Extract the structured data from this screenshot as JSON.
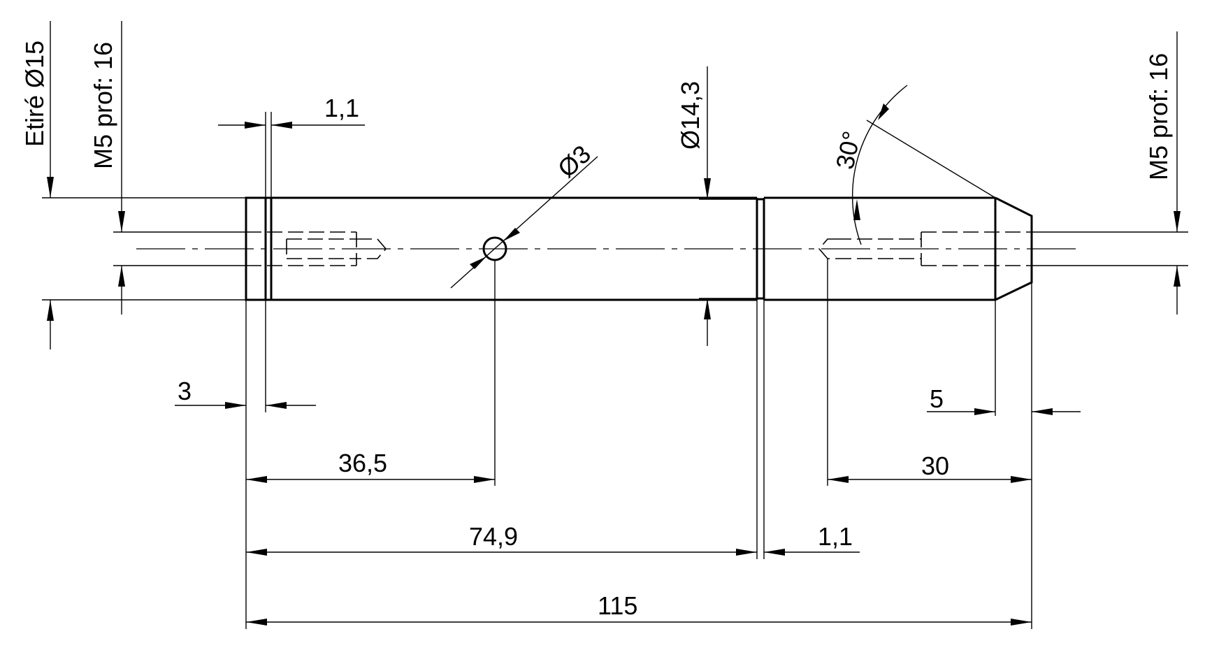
{
  "dimensions": {
    "etire_d15": "Etiré Ø15",
    "m5_left": "M5 prof: 16",
    "m5_right": "M5 prof: 16",
    "d14_3": "Ø14,3",
    "d3": "Ø3",
    "angle_30": "30°",
    "groove_1_1_top": "1,1",
    "chamfer_3": "3",
    "chamfer_5": "5",
    "len_36_5": "36,5",
    "len_30": "30",
    "len_74_9": "74,9",
    "groove_1_1_bottom": "1,1",
    "len_115": "115"
  },
  "colors": {
    "line": "#000000",
    "background": "#ffffff"
  }
}
